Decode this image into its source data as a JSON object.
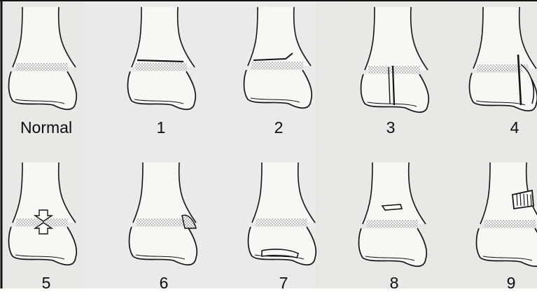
{
  "figure": {
    "labels": {
      "normal": "Normal",
      "p1": "1",
      "p2": "2",
      "p3": "3",
      "p4": "4",
      "p5": "5",
      "p6": "6",
      "p7": "7",
      "p8": "8",
      "p9": "9"
    },
    "colors": {
      "paper": "#ebebe8",
      "bone_fill": "#f7f7f4",
      "ink": "#141414",
      "physis_stipple": "#8a8a8a"
    }
  }
}
